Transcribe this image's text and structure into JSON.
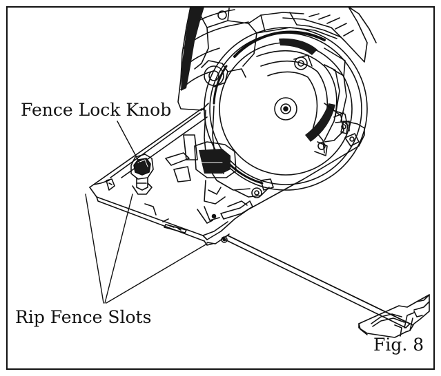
{
  "callouts": {
    "fence_lock_knob": "Fence Lock Knob",
    "rip_fence_slots": "Rip Fence Slots"
  },
  "figure": {
    "label": "Fig. 8"
  },
  "colors": {
    "line": "#111111",
    "background": "#ffffff",
    "shade": "#1a1a1a"
  }
}
